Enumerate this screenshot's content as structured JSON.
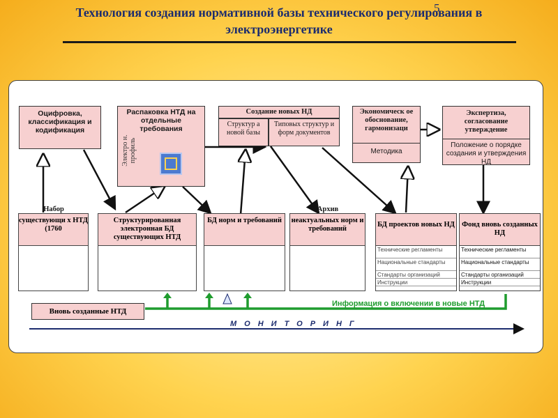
{
  "title": "Технология создания нормативной базы технического регулирования в электроэнергетике",
  "page_number": "5",
  "top_boxes": {
    "digitize": "Оцифровка, классификация и кодификация",
    "unpack": "Распаковка НТД на отдельные требования",
    "unpack_overlap": "Электро н. профиль",
    "create_nd": "Создание новых НД",
    "create_left": "Структур а новой базы",
    "create_right": "Типовых структур и форм документов",
    "economic": "Экономическ ое обоснование, гармонизаци",
    "economic_sub": "Методика",
    "expertise": "Экспертиза, согласование утверждение",
    "expertise_sub": "Положение о порядке создания и утверждения НД"
  },
  "columns": {
    "set_note": "Набор",
    "set_head": "существующи х НТД (1760",
    "struct_head": "Структурированная электронная БД существующих НТД",
    "db_head": "БД норм и требований",
    "archive_note": "Архив",
    "archive_head": "неактуальных норм и требований",
    "projects_head": "БД проектов новых НД",
    "fund_head": "Фонд вновь созданных НД"
  },
  "doc_rows": [
    "Технические регламенты",
    "Национальные стандарты",
    "Стандарты организаций",
    "Инструкции"
  ],
  "bottom": {
    "new_ntd": "Вновь созданные НТД",
    "info": "Информация о включении в новые НТД",
    "monitoring": "МОНИТОРИНГ"
  }
}
